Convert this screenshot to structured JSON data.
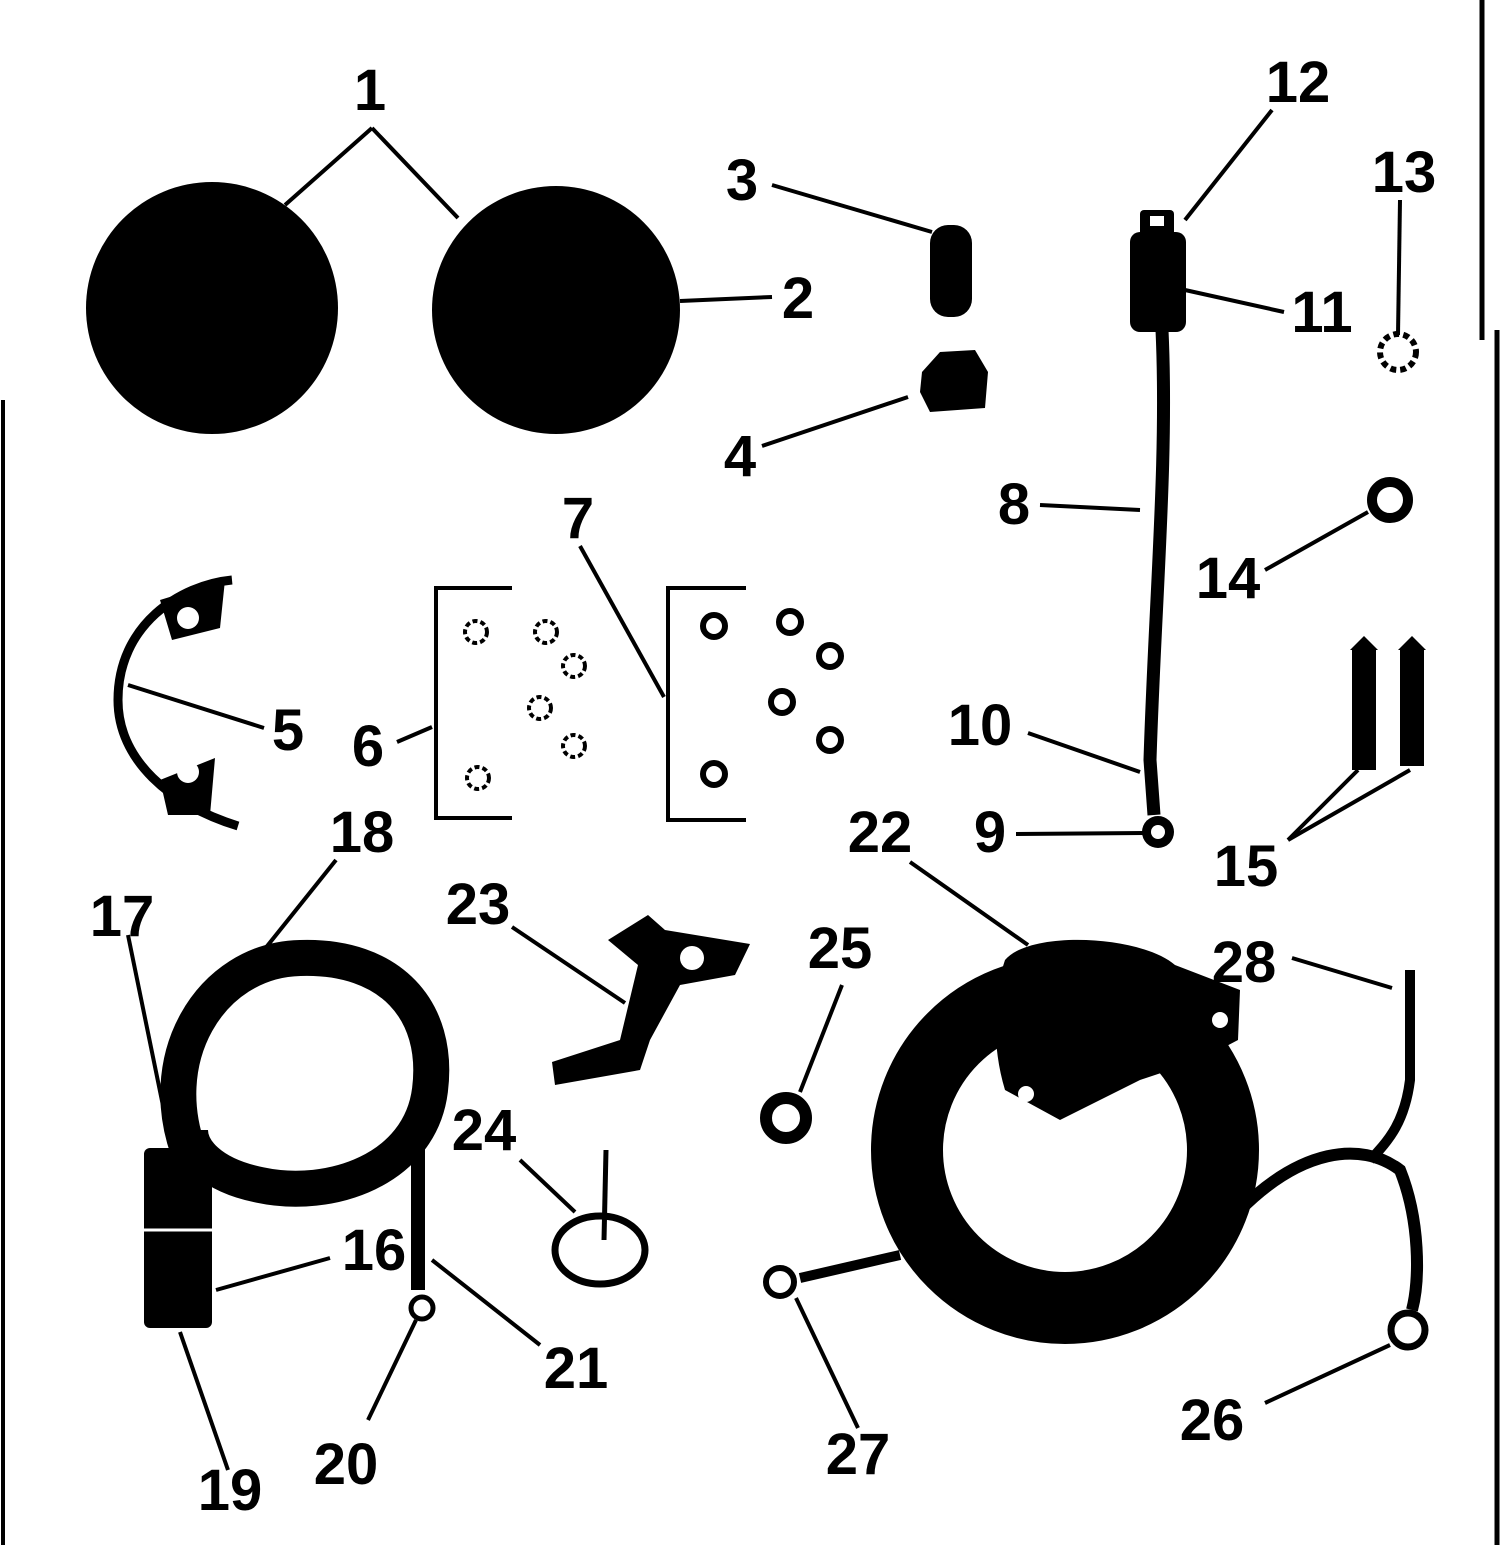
{
  "colors": {
    "ink": "#000000",
    "paper": "#ffffff"
  },
  "callouts": {
    "c1": "1",
    "c2": "2",
    "c3": "3",
    "c4": "4",
    "c5": "5",
    "c6": "6",
    "c7": "7",
    "c8": "8",
    "c9": "9",
    "c10": "10",
    "c11": "11",
    "c12": "12",
    "c13": "13",
    "c14": "14",
    "c15": "15",
    "c16": "16",
    "c17": "17",
    "c18": "18",
    "c19": "19",
    "c20": "20",
    "c21": "21",
    "c22": "22",
    "c23": "23",
    "c24": "24",
    "c25": "25",
    "c26": "26",
    "c27": "27",
    "c28": "28"
  }
}
